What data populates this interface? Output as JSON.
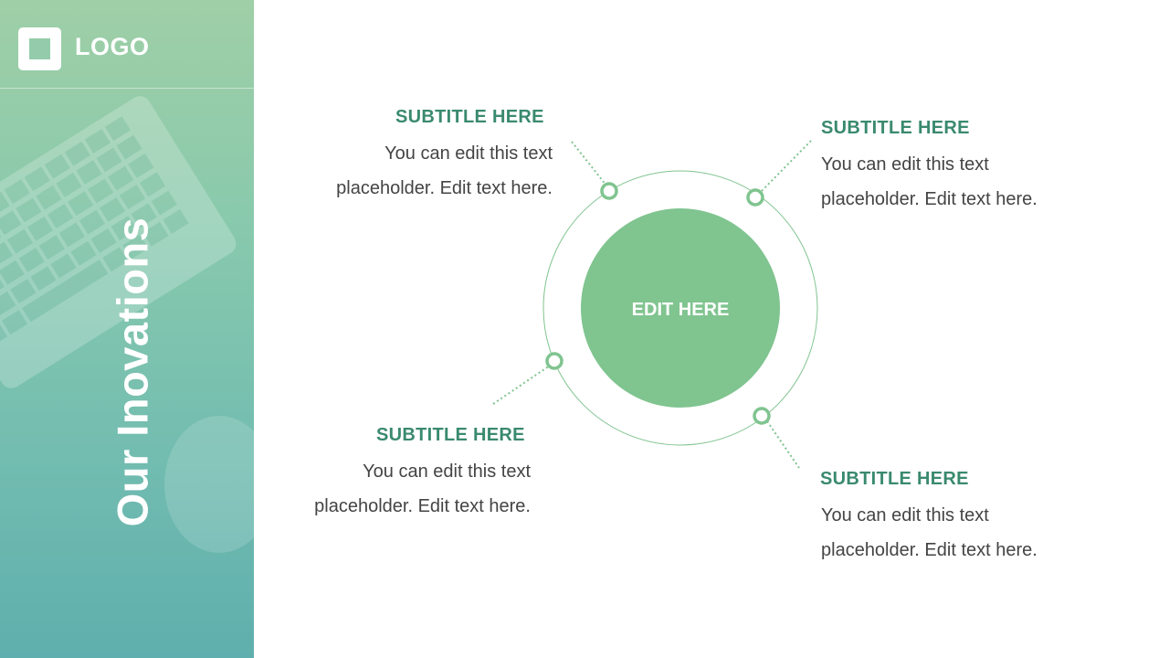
{
  "sidebar": {
    "logo_text": "LOGO",
    "title": "Our Inovations"
  },
  "center": {
    "label": "EDIT HERE"
  },
  "items": [
    {
      "subtitle": "SUBTITLE HERE",
      "text": "You can edit this text placeholder. Edit text here."
    },
    {
      "subtitle": "SUBTITLE HERE",
      "text": "You can edit this text placeholder. Edit text here."
    },
    {
      "subtitle": "SUBTITLE HERE",
      "text": "You can edit this text placeholder. Edit text here."
    },
    {
      "subtitle": "SUBTITLE HERE",
      "text": "You can edit this text placeholder. Edit text here."
    }
  ],
  "colors": {
    "accent": "#80c490",
    "subtitle": "#3a8a6e",
    "sidebar_top": "#9fcfa6",
    "sidebar_bottom": "#5fafae"
  }
}
